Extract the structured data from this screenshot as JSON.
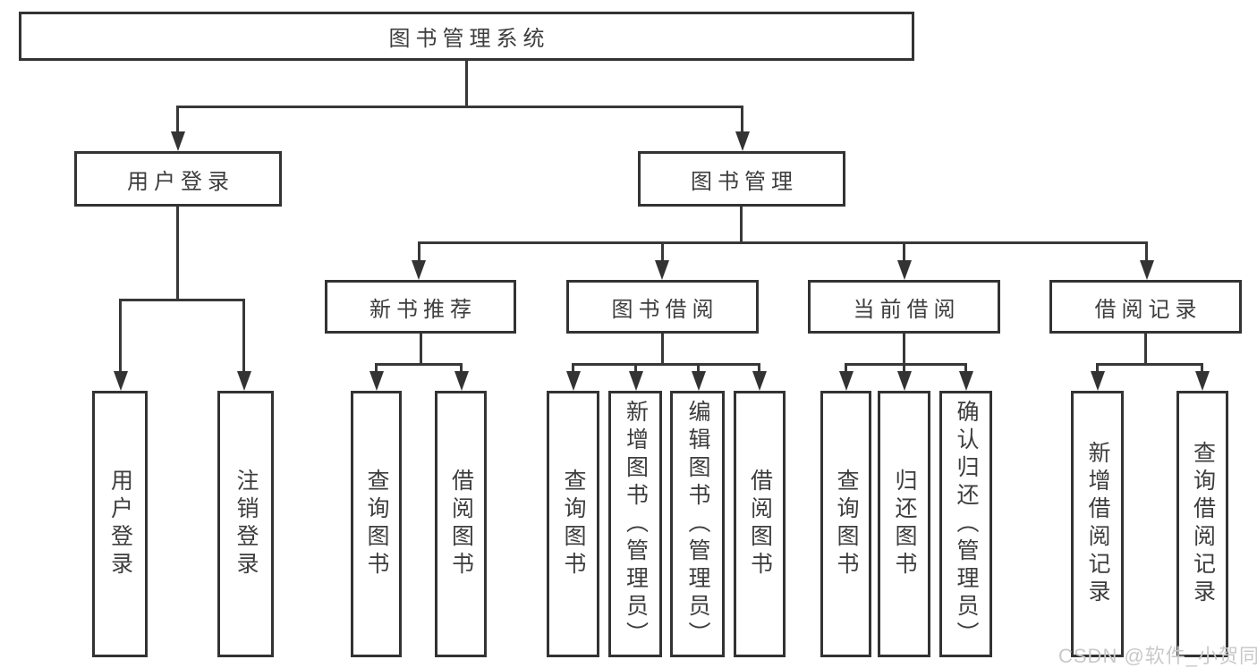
{
  "diagram": {
    "type": "hierarchy-tree",
    "nodes": {
      "root": "图书管理系统",
      "user_login": "用户登录",
      "book_mgmt": "图书管理",
      "new_book_rec": "新书推荐",
      "book_borrow": "图书借阅",
      "current_borrow": "当前借阅",
      "borrow_record": "借阅记录",
      "leaf_user_login": "用户登录",
      "leaf_logout": "注销登录",
      "leaf_query_book_1": "查询图书",
      "leaf_borrow_book_1": "借阅图书",
      "leaf_query_book_2": "查询图书",
      "leaf_add_book_admin": "新增图书（管理员）",
      "leaf_edit_book_admin": "编辑图书（管理员）",
      "leaf_borrow_book_2": "借阅图书",
      "leaf_query_book_3": "查询图书",
      "leaf_return_book": "归还图书",
      "leaf_confirm_return_admin": "确认归还（管理员）",
      "leaf_add_borrow_record": "新增借阅记录",
      "leaf_query_borrow_record": "查询借阅记录"
    },
    "edges": [
      [
        "root",
        "user_login"
      ],
      [
        "root",
        "book_mgmt"
      ],
      [
        "user_login",
        "leaf_user_login"
      ],
      [
        "user_login",
        "leaf_logout"
      ],
      [
        "book_mgmt",
        "new_book_rec"
      ],
      [
        "book_mgmt",
        "book_borrow"
      ],
      [
        "book_mgmt",
        "current_borrow"
      ],
      [
        "book_mgmt",
        "borrow_record"
      ],
      [
        "new_book_rec",
        "leaf_query_book_1"
      ],
      [
        "new_book_rec",
        "leaf_borrow_book_1"
      ],
      [
        "book_borrow",
        "leaf_query_book_2"
      ],
      [
        "book_borrow",
        "leaf_add_book_admin"
      ],
      [
        "book_borrow",
        "leaf_edit_book_admin"
      ],
      [
        "book_borrow",
        "leaf_borrow_book_2"
      ],
      [
        "current_borrow",
        "leaf_query_book_3"
      ],
      [
        "current_borrow",
        "leaf_return_book"
      ],
      [
        "current_borrow",
        "leaf_confirm_return_admin"
      ],
      [
        "borrow_record",
        "leaf_add_borrow_record"
      ],
      [
        "borrow_record",
        "leaf_query_borrow_record"
      ]
    ],
    "colors": {
      "border": "#333333",
      "line": "#383838",
      "text": "#3d3d3d",
      "background": "#ffffff",
      "watermark": "#c9c9c9"
    }
  },
  "watermark": "CSDN @软件_小贺同学"
}
